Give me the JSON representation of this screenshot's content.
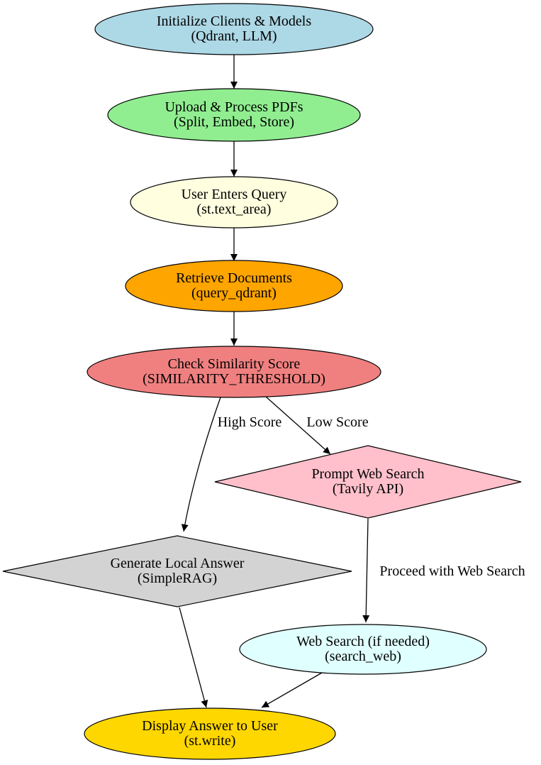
{
  "diagram": {
    "type": "flowchart",
    "background_color": "#ffffff",
    "edge_color": "#000000",
    "text_color": "#000000",
    "nodes": [
      {
        "id": "initialize-clients-models",
        "shape": "ellipse",
        "line1": "Initialize Clients & Models",
        "line2": "(Qdrant, LLM)",
        "color": "#ADD8E6"
      },
      {
        "id": "upload-process-pdfs",
        "shape": "ellipse",
        "line1": "Upload & Process PDFs",
        "line2": "(Split, Embed, Store)",
        "color": "#90EE90"
      },
      {
        "id": "user-enters-query",
        "shape": "ellipse",
        "line1": "User Enters Query",
        "line2": "(st.text_area)",
        "color": "#FFFFE0"
      },
      {
        "id": "retrieve-documents",
        "shape": "ellipse",
        "line1": "Retrieve Documents",
        "line2": "(query_qdrant)",
        "color": "#FFA500"
      },
      {
        "id": "check-similarity-score",
        "shape": "ellipse",
        "line1": "Check Similarity Score",
        "line2": "(SIMILARITY_THRESHOLD)",
        "color": "#F08080"
      },
      {
        "id": "prompt-web-search",
        "shape": "diamond",
        "line1": "Prompt Web Search",
        "line2": "(Tavily API)",
        "color": "#FFC0CB"
      },
      {
        "id": "generate-local-answer",
        "shape": "diamond",
        "line1": "Generate Local Answer",
        "line2": "(SimpleRAG)",
        "color": "#D3D3D3"
      },
      {
        "id": "web-search",
        "shape": "ellipse",
        "line1": "Web Search (if needed)",
        "line2": "(search_web)",
        "color": "#E0FFFF"
      },
      {
        "id": "display-answer",
        "shape": "ellipse",
        "line1": "Display Answer to User",
        "line2": "(st.write)",
        "color": "#FFD700"
      }
    ],
    "edges": [
      {
        "from": "initialize-clients-models",
        "to": "upload-process-pdfs",
        "label": ""
      },
      {
        "from": "upload-process-pdfs",
        "to": "user-enters-query",
        "label": ""
      },
      {
        "from": "user-enters-query",
        "to": "retrieve-documents",
        "label": ""
      },
      {
        "from": "retrieve-documents",
        "to": "check-similarity-score",
        "label": ""
      },
      {
        "from": "check-similarity-score",
        "to": "generate-local-answer",
        "label": "High Score"
      },
      {
        "from": "check-similarity-score",
        "to": "prompt-web-search",
        "label": "Low Score"
      },
      {
        "from": "prompt-web-search",
        "to": "web-search",
        "label": "Proceed with Web Search"
      },
      {
        "from": "generate-local-answer",
        "to": "display-answer",
        "label": ""
      },
      {
        "from": "web-search",
        "to": "display-answer",
        "label": ""
      }
    ]
  }
}
